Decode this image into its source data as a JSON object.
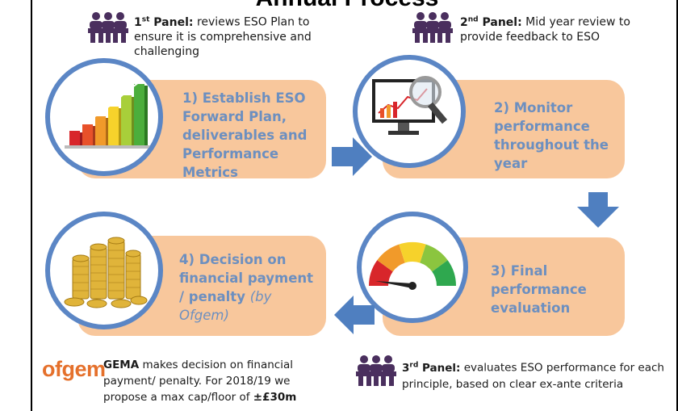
{
  "header": {
    "title": "Annual Process"
  },
  "panels": {
    "first": {
      "ordinal": "1",
      "suffix": "st",
      "label": " Panel:",
      "text": " reviews ESO Plan to ensure it is comprehensive and challenging"
    },
    "second": {
      "ordinal": "2",
      "suffix": "nd",
      "label": " Panel:",
      "text": " Mid year review to provide feedback to ESO"
    },
    "third": {
      "ordinal": "3",
      "suffix": "rd",
      "label": " Panel:",
      "text": " evaluates ESO performance for each principle, based on clear ex-ante criteria"
    }
  },
  "steps": {
    "one": {
      "text": "1) Establish ESO Forward Plan, deliverables and Performance Metrics",
      "icon": "bar-chart-icon"
    },
    "two": {
      "text": "2) Monitor performance throughout the year",
      "icon": "monitor-magnifier-icon"
    },
    "three": {
      "text": "3) Final performance evaluation",
      "icon": "gauge-icon"
    },
    "four": {
      "text": "4) Decision on financial payment / penalty",
      "by": "(by Ofgem)",
      "icon": "coins-icon"
    }
  },
  "ofgem": {
    "logo_text": "ofgem",
    "gema_label": "GEMA",
    "gema_text": " makes decision on financial payment/ penalty. For 2018/19 we propose a max cap/floor of ",
    "cap_value": "±£30m"
  },
  "colors": {
    "box": "#f8c79c",
    "step_text": "#6c8fc0",
    "arrow": "#4f7fc0",
    "ofgem": "#e5702b",
    "icon": "#4a2f5e"
  }
}
